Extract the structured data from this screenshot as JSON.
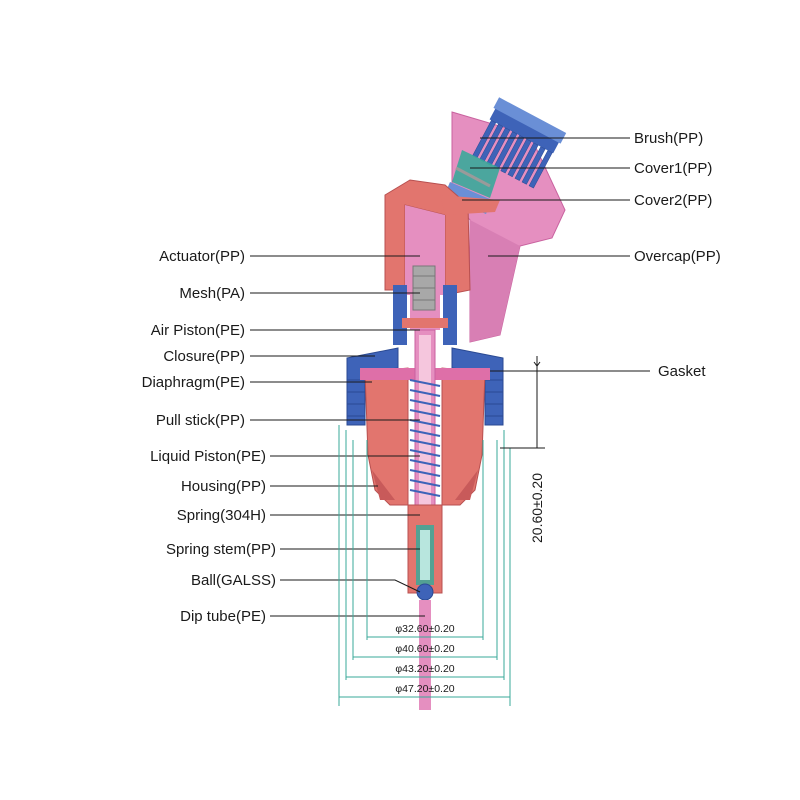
{
  "labels": {
    "brush": "Brush(PP)",
    "cover1": "Cover1(PP)",
    "cover2": "Cover2(PP)",
    "overcap": "Overcap(PP)",
    "gasket": "Gasket",
    "actuator": "Actuator(PP)",
    "mesh": "Mesh(PA)",
    "air_piston": "Air Piston(PE)",
    "closure": "Closure(PP)",
    "diaphragm": "Diaphragm(PE)",
    "pull_stick": "Pull stick(PP)",
    "liquid_piston": "Liquid Piston(PE)",
    "housing": "Housing(PP)",
    "spring": "Spring(304H)",
    "spring_stem": "Spring stem(PP)",
    "ball": "Ball(GALSS)",
    "dip_tube": "Dip tube(PE)"
  },
  "dimensions": {
    "d1": "φ32.60±0.20",
    "d2": "φ40.60±0.20",
    "d3": "φ43.20±0.20",
    "d4": "φ47.20±0.20",
    "height": "20.60±0.20"
  },
  "colors": {
    "pink_light": "#e58fc0",
    "pink_mid": "#de6fa8",
    "salmon": "#e2756e",
    "salmon_dark": "#c85a5a",
    "blue": "#3e63b8",
    "blue_light": "#6a8fd6",
    "teal": "#3aa99a",
    "gray": "#9a9a9a"
  }
}
